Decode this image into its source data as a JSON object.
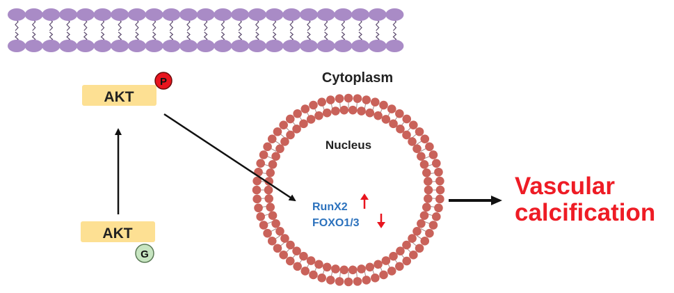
{
  "labels": {
    "cytoplasm": "Cytoplasm",
    "nucleus": "Nucleus",
    "akt_top": "AKT",
    "akt_bottom": "AKT",
    "phospho_badge": "P",
    "glyco_badge": "G",
    "gene1": "RunX2",
    "gene2": "FOXO1/3",
    "outcome_line1": "Vascular",
    "outcome_line2": "calcification"
  },
  "icons": {
    "gene1_trend": "up-arrow-icon",
    "gene2_trend": "down-arrow-icon"
  },
  "colors": {
    "membrane": "#a98bc6",
    "membrane_tail": "#5b4a6d",
    "nuclear_membrane": "#c9625a",
    "nuclear_tail": "#a88886",
    "akt_box": "#fde093",
    "phospho_badge": "#e8141e",
    "glyco_badge": "#c7e5c1",
    "gene_text": "#2c72bd",
    "trend_arrow": "#e8141e",
    "outcome_text": "#ee1c25",
    "arrow": "#111111"
  }
}
